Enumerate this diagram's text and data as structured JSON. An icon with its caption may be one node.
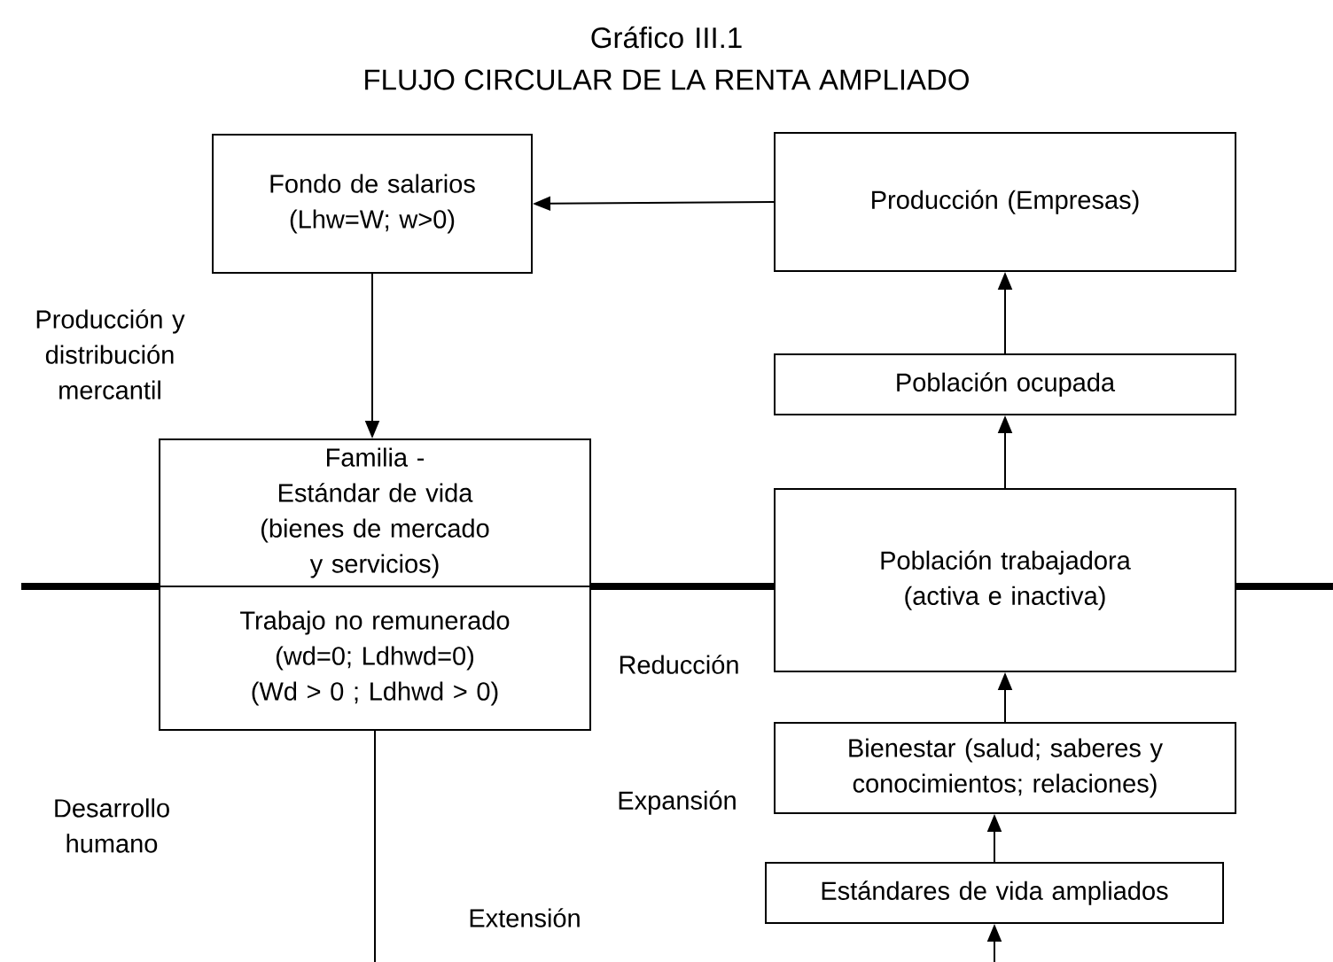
{
  "diagram": {
    "title": "FLUJO CIRCULAR DE LA RENTA AMPLIADO",
    "nodes": [
      {
        "text": [
          "Fondo de salarios (Lhw=W; w>0)"
        ]
      },
      {
        "text": [
          "Producción (Empresas)"
        ]
      },
      {
        "text": [
          "Población ocupada"
        ]
      },
      {
        "text": [
          "Familia - Estándar de vida",
          "(bienes de mercado y servicios)"
        ]
      },
      {
        "text": [
          "Trabajo no remunerado",
          "(wd=0; Ldhwd=0)",
          "(Wd > 0 ; Ldhwd > 0)"
        ]
      },
      {
        "text": [
          "Población trabajadora (activa e inactiva)"
        ]
      },
      {
        "text": [
          "Bienestar (salud; saberes y conocimientos; relaciones)"
        ]
      },
      {
        "text": [
          "Estándares de vida ampliados"
        ]
      }
    ],
    "edges": [
      {
        "from": 1,
        "to": 0,
        "arrow": "to"
      },
      {
        "from": 0,
        "to": 3,
        "arrow": "to"
      },
      {
        "from": 2,
        "to": 1,
        "arrow": "to"
      },
      {
        "from": 5,
        "to": 2,
        "arrow": "to"
      },
      {
        "from": 6,
        "to": 5,
        "arrow": "to"
      },
      {
        "from": 7,
        "to": 6,
        "arrow": "to"
      },
      {
        "from": null,
        "to": 7,
        "arrow": "to"
      },
      {
        "from": 4,
        "to": null,
        "arrow": "none"
      }
    ],
    "labels": [
      "Gráfico III.1",
      "Producción y distribución mercantil",
      "Reducción",
      "Expansión",
      "Desarrollo humano",
      "Extensión"
    ]
  }
}
